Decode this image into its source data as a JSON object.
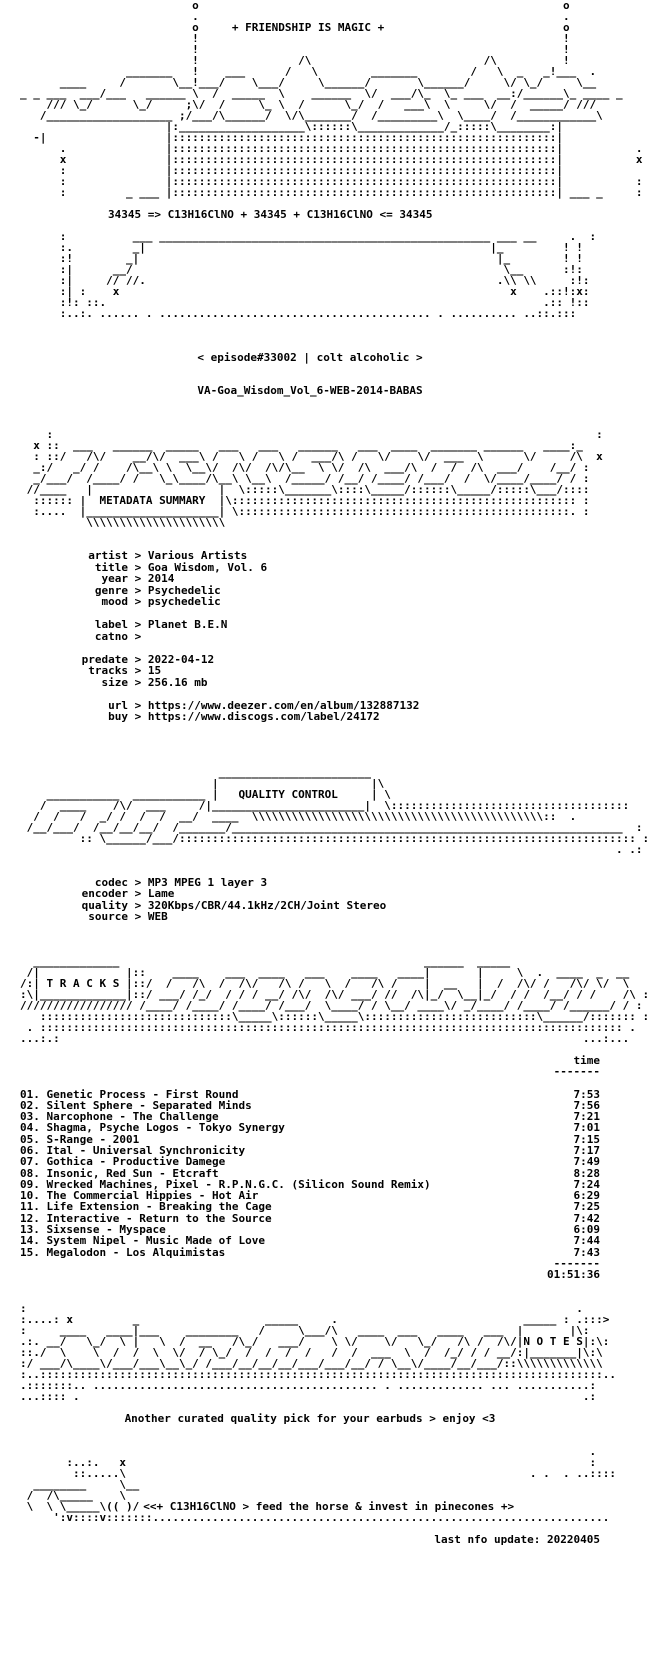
{
  "header": {
    "banner_top": "                          o                                                       o\n                          .                                                       .\n                          o     + FRIENDSHIP IS MAGIC +                           o\n                          !                                                       !\n                          !                                                       !\n                          !               /\\                          /\\          !\n                _______   !    ___      /   \\        _______        /   \\  _   _!___  .\n      ____     /       \\__!___/    \\___/     \\______/       \\______/     \\/ \\_/     \\__",
    "banner_mid": "_ _ ___  ___/___   ______ \\  /  _____  \\    ______  \\/  ___/\\_  \\_ ___  __:/______\\_ ____ _\n    /// \\_/      \\_/     ;\\/  /     \\_ \\  /      \\_/  /   ___\\  \\     \\/  /  _____/ /// \n   /___________________ ;/___/\\______/  \\/\\_______/  /_________\\  \\____/  /____________\\\n                      |:___________________\\::::::\\_____________/_:::::\\________:|",
    "banner_box": "  -|                  |::::::::::::::::::::::::::::::::::::::::::::::::::::::::::|\n      .               |::::::::::::::::::::::::::::::::::::::::::::::::::::::::::|           .\n      x               |::::::::::::::::::::::::::::::::::::::::::::::::::::::::::|           x\n      :               |::::::::::::::::::::::::::::::::::::::::::::::::::::::::::|\n      :               |::::::::::::::::::::::::::::::::::::::::::::::::::::::::::|           :\n      :         _ ___ |::::::::::::::::::::::::::::::::::::::::::::::::::::::::::| ___ _     :",
    "formula": "34345 => C13H16ClNO + 34345 + C13H16ClNO <= 34345",
    "banner_bottom": "      :          ___ __________________________________________________ ___ __     .  :\n      :.         _|                                                    |_         ! !\n      :!        _|                                                      |_        ! !\n      :|      __/                                                        \\__      :!:\n      :|     // //.                                                     .\\\\ \\\\     :!:\n      :| :    x                                                           x    .::!:x:\n      :!: ::.                                                                  .:: !::\n      :..:. ...... . ......................................... . .......... ..::.:::",
    "episode": "< episode#33002 | colt alcoholic >",
    "release": "VA-Goa_Wisdom_Vol_6-WEB-2014-BABAS"
  },
  "metadata_section": {
    "art": "    :                                                                                  :\n  x ::  ___   ______  _____   ___   ___   ______   ___  ____  _______ ______   ____:_\n  : ::/   /\\/    __/\\/  ___\\ /   \\ /   \\ /  ___/\\ /   \\/    \\/  ___  \\      \\/     /\\  x\n  _:/   _/ /    /\\__\\ \\  \\__\\/  /\\/  /\\/\\__  \\ \\/  /\\  ___/\\  /  /  /\\  ___/    /__/ :\n  _/___/  /____/ /   \\_\\____/\\__\\ \\__\\  /_____/ /__/ /____/ /___/  /  \\/____/____/ / :\n //____   |                   |  \\:::::\\_______\\::::\\_____/::::::\\_____/:::::\\___/::::\n  :::::: |  METADATA SUMMARY  |\\:::::::::::::::::::::::::::::::::::::::::::::::::::: :\n  :....  |____________________| \\::::::::::::::::::::::::::::::::::::::::::::::::::. :\n          \\\\\\\\\\\\\\\\\\\\\\\\\\\\\\\\\\\\\\\\\\",
    "fields": [
      {
        "key": "artist",
        "value": "Various Artists"
      },
      {
        "key": "title",
        "value": "Goa Wisdom, Vol. 6"
      },
      {
        "key": "year",
        "value": "2014"
      },
      {
        "key": "genre",
        "value": "Psychedelic"
      },
      {
        "key": "mood",
        "value": "psychedelic"
      }
    ],
    "fields2": [
      {
        "key": "label",
        "value": "Planet B.E.N"
      },
      {
        "key": "catno",
        "value": ""
      }
    ],
    "fields3": [
      {
        "key": "predate",
        "value": "2022-04-12"
      },
      {
        "key": "tracks",
        "value": "15"
      },
      {
        "key": "size",
        "value": "256.16 mb"
      }
    ],
    "fields4": [
      {
        "key": "url",
        "value": "https://www.deezer.com/en/album/132887132"
      },
      {
        "key": "buy",
        "value": "https://www.discogs.com/label/24172"
      }
    ]
  },
  "quality_section": {
    "art": "                              _______________________\n                             |                       |\\\n    ___________  ___________ |   QUALITY CONTROL     | \\\n   /  ____    /\\/  ___     /|_______________________|  \\::::::::::::::::::::::::::::::::::::\n  /  /   /  _/ /  /  /  __/  ____  \\\\\\\\\\\\\\\\\\\\\\\\\\\\\\\\\\\\\\\\\\\\\\\\\\\\\\\\\\\\\\\\\\\\\\\\\\\\\\\\\\\\\\\\::  .\n /__/___/  /__/__/__/  /_______/___________________________________________________________  :\n         :: \\______/___/::::::::::::::::::::::::::::::::::::::::::::::::::::::::::::::::::::: :\n                                                                                          . .:",
    "fields": [
      {
        "key": "codec",
        "value": "MP3 MPEG 1 layer 3"
      },
      {
        "key": "encoder",
        "value": "Lame"
      },
      {
        "key": "quality",
        "value": "320Kbps/CBR/44.1kHz/2CH/Joint Stereo"
      },
      {
        "key": "source",
        "value": "WEB"
      }
    ]
  },
  "tracks_section": {
    "art": "  _____________                                              ______  _____                  \n /|             |::    ____    ___  ____   ___    ____   ____|       |     \\  .  ____  _  __  \n/:| T R A C K S |::/  /   /\\  /  /\\/   /\\ /   \\  /   /\\ /    |  __   |  /  /\\/ /   /\\/ \\/  \\\n:\\|_____________|::/ ___/ /_/  / / / __/ /\\/  /\\/ ___/ //  /\\|_/  \\__|_/  / /  /__/ / /    /\\ :\n///////////////// /____/ /____/ /____/ /___/  \\____/ / \\__/ ____\\/ _/____/ /____/ /______/ / :\n   :::::::::::::::::::::::::::::\\_____\\::::::\\_____\\::::::::::::::::::::::::::\\______/::::::: :\n . :::::::::::::::::::::::::::::::::::::::::::::::::::::::::::::::::::::::::::::::::::::::: .\n...:.:                                                                               ...:...",
    "time_header": "time",
    "time_rule": "-------",
    "list": [
      {
        "title": "01. Genetic Process - First Round",
        "time": "7:53"
      },
      {
        "title": "02. Silent Sphere - Separated Minds",
        "time": "7:56"
      },
      {
        "title": "03. Narcophone - The Challenge",
        "time": "7:21"
      },
      {
        "title": "04. Shagma, Psyche Logos - Tokyo Synergy",
        "time": "7:01"
      },
      {
        "title": "05. S-Range - 2001",
        "time": "7:15"
      },
      {
        "title": "06. Ital - Universal Synchronicity",
        "time": "7:17"
      },
      {
        "title": "07. Gothica - Productive Damege",
        "time": "7:49"
      },
      {
        "title": "08. Insonic, Red Sun - Etcraft",
        "time": "8:28"
      },
      {
        "title": "09. Wrecked Machines, Pixel - R.P.N.G.C. (Silicon Sound Remix)",
        "time": "7:24"
      },
      {
        "title": "10. The Commercial Hippies - Hot Air",
        "time": "6:29"
      },
      {
        "title": "11. Life Extension - Breaking the Cage",
        "time": "7:25"
      },
      {
        "title": "12. Interactive - Return to the Source",
        "time": "7:42"
      },
      {
        "title": "13. Sixsense - Myspace",
        "time": "6:09"
      },
      {
        "title": "14. System Nipel - Music Made of Love",
        "time": "7:44"
      },
      {
        "title": "15. Megalodon - Los Alquimistas",
        "time": "7:43"
      }
    ],
    "total_rule": "-------",
    "total": "01:51:36"
  },
  "notes_section": {
    "art": ":                                                                                   .\n:....: x         _                   _____     .                            _____ : .:::>\n:     ____   ____|___    ________   /     \\___/\\   ____  ___   ____   ___  |       |\\:\n.:. __/   \\_/  \\ |   \\  /  __   /\\_/   ___/    \\ \\/    \\/   \\_/   /\\ /  /\\/|N O T E S|:\\:\n::./  \\    \\  /  /  \\  \\/  / \\_/  /  /  /  /   /  /  ___  \\  /  /_/ / / __/:|_______|\\:\\\n:/ ___/\\____\\/___/___\\__\\_/ /___/__/__/__/___/___/__/ / \\__\\/____/__/___/::\\\\\\\\\\\\\\\\\\\\\\\\\\\n:..:::::::::::::::::::::::::::::::::::::::::::::::::::::::::::::::::::::::::::::::::::::..\n.:::::::.. ........................................... . ............. ... ...........:\n...:::: .                                                                            .:",
    "text": "Another curated quality pick for your earbuds > enjoy <3"
  },
  "footer": {
    "art_top": "                                                                                      .\n       :..:.   x                                                                      :\n        ::.....\\                                                             . .  . ..::::",
    "art_mid": "  ________     \\__\n /  /\\_____    \\\n \\  \\ \\_____\\(( )/",
    "art_bottom": "     ':v::::v:::::::.....................................................................",
    "motto": "<<+ C13H16ClNO > feed the horse & invest in pinecones +>",
    "last_update": "last nfo update: 20220405"
  }
}
